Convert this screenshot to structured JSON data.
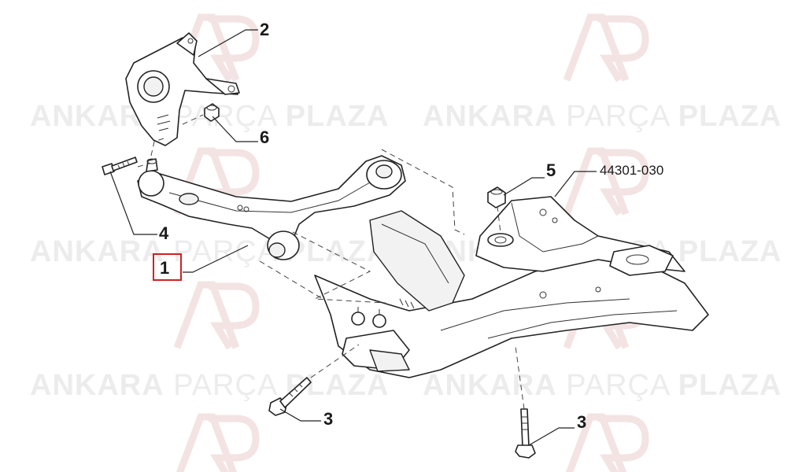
{
  "watermark": {
    "brand_bold_1": "ANKARA",
    "brand_thin": "PARÇA",
    "brand_bold_2": "PLAZA",
    "logo_icon": "ap-logo-icon"
  },
  "callouts": {
    "c1": "1",
    "c2": "2",
    "c3a": "3",
    "c3b": "3",
    "c4": "4",
    "c5": "5",
    "c6": "6"
  },
  "part_number": "44301-030",
  "colors": {
    "highlight_box": "#cc2222",
    "line": "#222222",
    "watermark_text": "#ececec",
    "watermark_logo": "#f3e3e3"
  }
}
